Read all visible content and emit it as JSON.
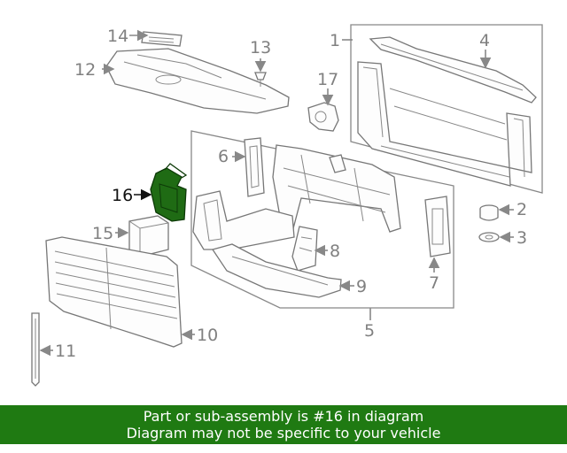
{
  "callouts": {
    "c1": "1",
    "c2": "2",
    "c3": "3",
    "c4": "4",
    "c5": "5",
    "c6": "6",
    "c7": "7",
    "c8": "8",
    "c9": "9",
    "c10": "10",
    "c11": "11",
    "c12": "12",
    "c13": "13",
    "c14": "14",
    "c15": "15",
    "c16": "16",
    "c17": "17"
  },
  "highlighted_part": "16",
  "colors": {
    "banner_bg": "#1f7a12",
    "highlight": "#1f6b14",
    "linework": "#888888"
  },
  "banner": {
    "line1": "Part or sub-assembly is #16 in diagram",
    "line2": "Diagram may not be specific to your vehicle"
  }
}
